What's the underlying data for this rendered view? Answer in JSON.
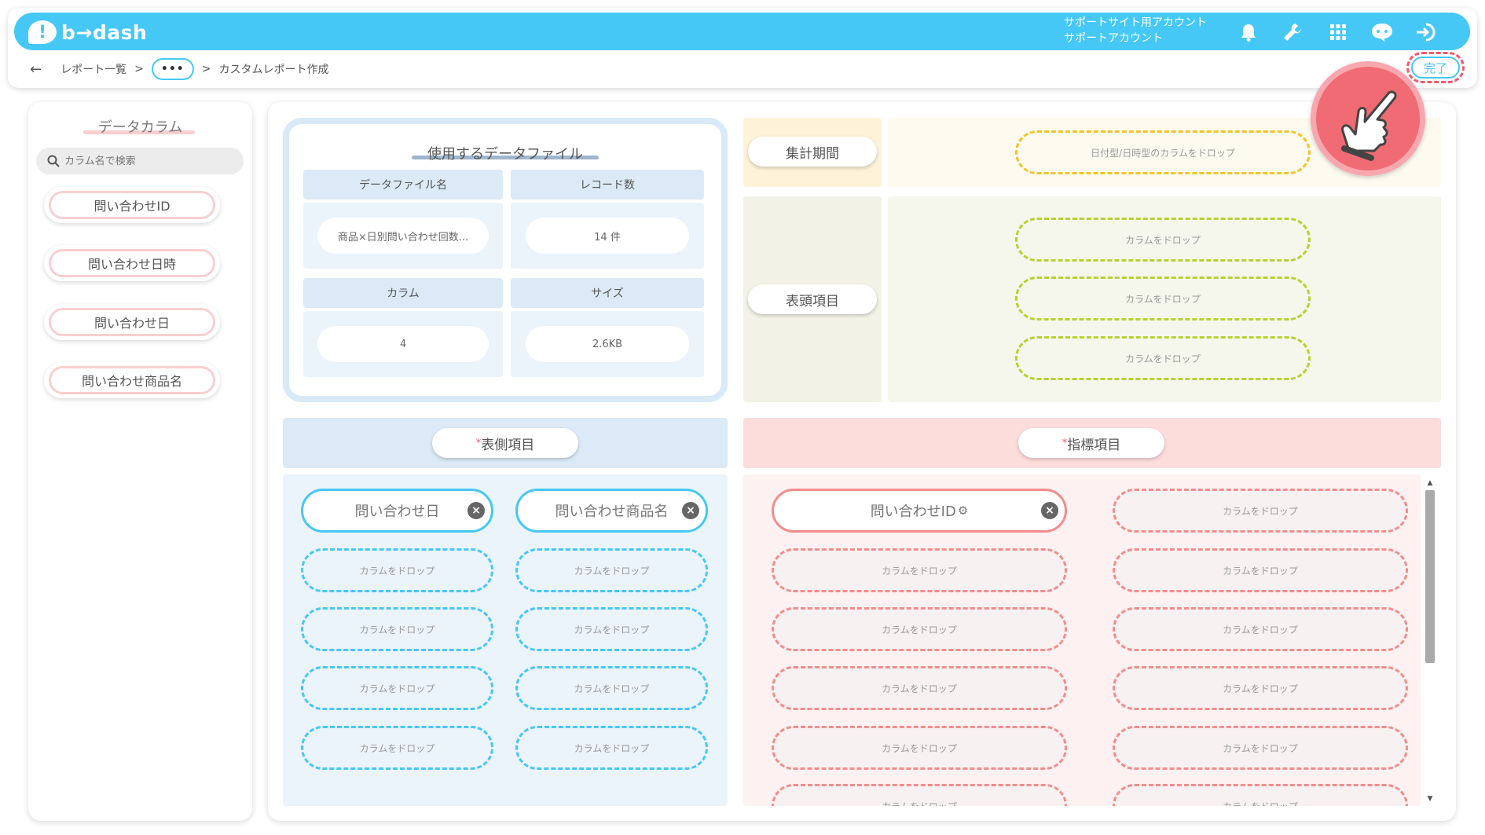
{
  "header": {
    "logo_mark": "!",
    "logo_text": "b→dash",
    "account_line1": "サポートサイト用アカウント",
    "account_line2": "サポートアカウント",
    "icons": [
      "bell-icon",
      "wrench-icon",
      "grid-icon",
      "chat-bot-icon",
      "logout-icon"
    ]
  },
  "breadcrumb": {
    "back": "←",
    "item1": "レポート一覧",
    "sep1": ">",
    "dots": "•••",
    "sep2": ">",
    "current": "カスタムレポート作成",
    "done_label": "完了"
  },
  "data_columns": {
    "title": "データカラム",
    "search_placeholder": "カラム名で検索",
    "items": [
      "問い合わせID",
      "問い合わせ日時",
      "問い合わせ日",
      "問い合わせ商品名"
    ]
  },
  "data_file": {
    "title": "使用するデータファイル",
    "name_header": "データファイル名",
    "name_value": "商品×日別問い合わせ回数...",
    "records_header": "レコード数",
    "records_value": "14 件",
    "columns_header": "カラム",
    "columns_value": "4",
    "size_header": "サイズ",
    "size_value": "2.6KB"
  },
  "aggregation_period": {
    "label": "集計期間",
    "drop_text": "日付型/日時型のカラムをドロップ"
  },
  "header_items": {
    "label": "表頭項目",
    "drops": [
      "カラムをドロップ",
      "カラムをドロップ",
      "カラムをドロップ"
    ]
  },
  "side_items": {
    "required_mark": "*",
    "label": "表側項目",
    "filled": [
      "問い合わせ日",
      "問い合わせ商品名"
    ],
    "drop_text": "カラムをドロップ"
  },
  "metric_items": {
    "required_mark": "*",
    "label": "指標項目",
    "filled": [
      "問い合わせID"
    ],
    "drop_text": "カラムをドロップ"
  },
  "colors": {
    "brand": "#45c8f6",
    "accent_red": "#f4576a",
    "period_yellow": "#f5c32c",
    "header_green": "#b7d231",
    "metric_red": "#f58c8c"
  }
}
